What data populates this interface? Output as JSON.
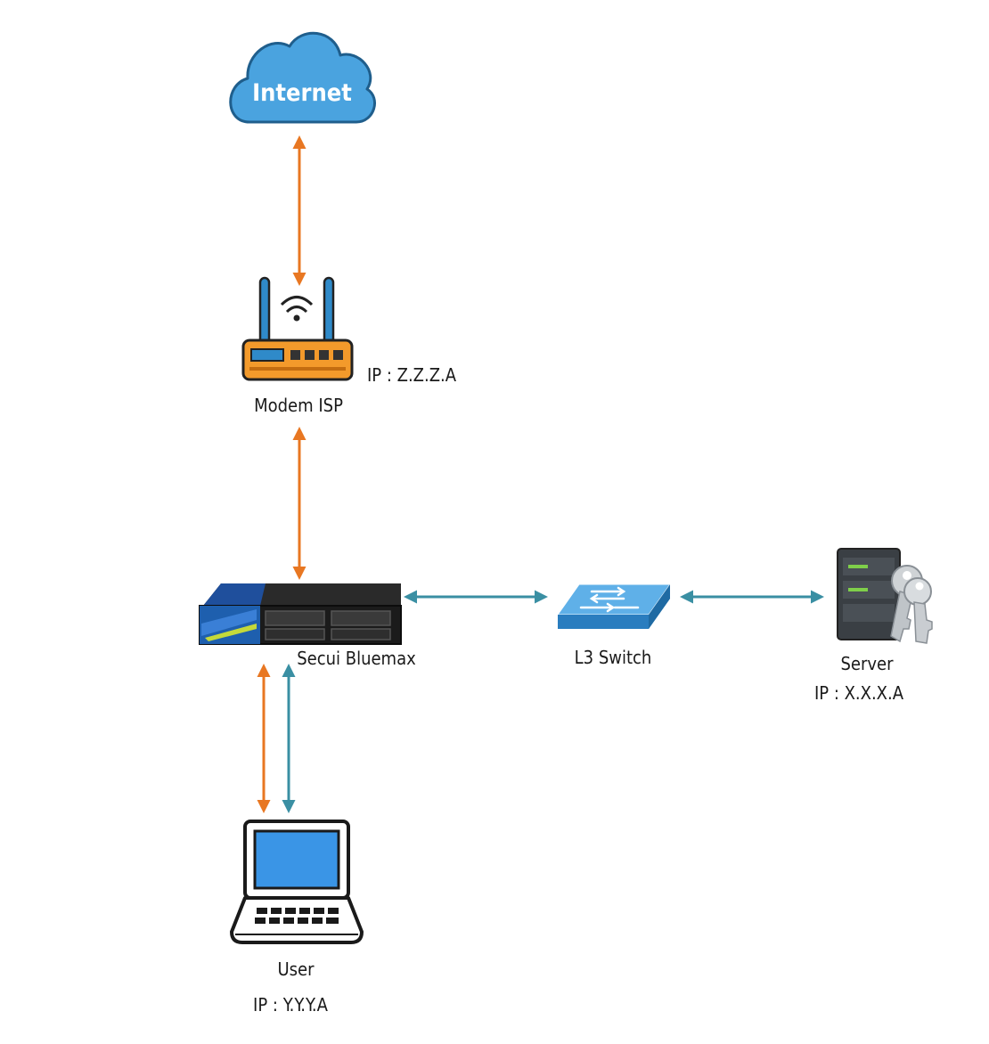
{
  "nodes": {
    "internet": {
      "label": "Internet"
    },
    "modem": {
      "label": "Modem ISP",
      "ip": "IP : Z.Z.Z.A"
    },
    "firewall": {
      "label": "Secui Bluemax"
    },
    "switch": {
      "label": "L3 Switch"
    },
    "server": {
      "label": "Server",
      "ip": "IP : X.X.X.A"
    },
    "user": {
      "label": "User",
      "ip": "IP : Y.Y.Y.A"
    }
  },
  "colors": {
    "orange_link": "#e87722",
    "teal_link": "#3a8fa3",
    "cloud": "#4aa3df",
    "switch": "#2f8ac9",
    "laptop_screen": "#3a95e6"
  }
}
